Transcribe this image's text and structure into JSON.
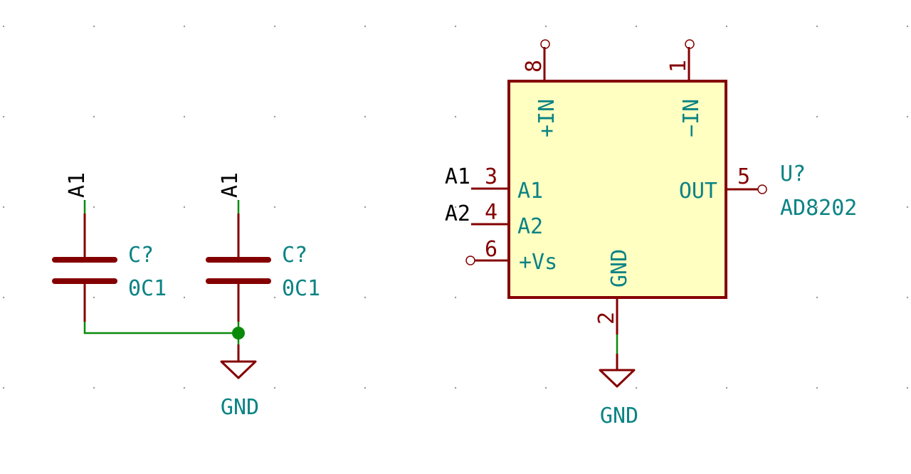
{
  "colors": {
    "background": "#ffffff",
    "component": "#840000",
    "component_fill": "#ffffc2",
    "net_label": "#000000",
    "ref_value": "#0b8384",
    "wire": "#0a8a0a"
  },
  "capacitors": [
    {
      "net_label": "A1",
      "ref": "C?",
      "value": "0C1"
    },
    {
      "net_label": "A1",
      "ref": "C?",
      "value": "0C1"
    }
  ],
  "gnd_left": {
    "label": "GND"
  },
  "ic": {
    "ref": "U?",
    "value": "AD8202",
    "pins": {
      "p8": {
        "number": "8",
        "name": "+IN"
      },
      "p1": {
        "number": "1",
        "name": "−IN"
      },
      "p3": {
        "number": "3",
        "name": "A1",
        "net": "A1"
      },
      "p4": {
        "number": "4",
        "name": "A2",
        "net": "A2"
      },
      "p6": {
        "number": "6",
        "name": "+Vs"
      },
      "p5": {
        "number": "5",
        "name": "OUT"
      },
      "p2": {
        "number": "2",
        "name": "GND"
      }
    }
  },
  "gnd_right": {
    "label": "GND"
  }
}
